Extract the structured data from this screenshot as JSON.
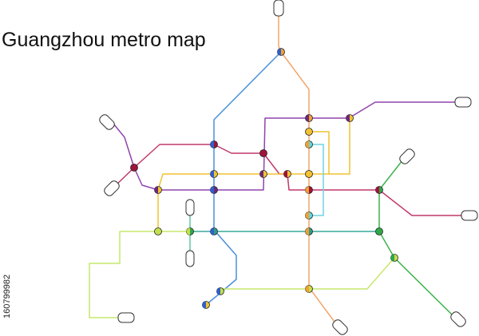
{
  "title": "Guangzhou metro map",
  "stock_id": "160799982",
  "lines": [
    {
      "id": "orange-north-south",
      "color": "#f2a66a"
    },
    {
      "id": "blue-north-south",
      "color": "#4a90d9"
    },
    {
      "id": "purple-east-west",
      "color": "#8e44ad"
    },
    {
      "id": "crimson-east-west",
      "color": "#c0396b"
    },
    {
      "id": "yellow-loop",
      "color": "#f1c232"
    },
    {
      "id": "cyan-branch",
      "color": "#6fd3e0"
    },
    {
      "id": "teal-east-west",
      "color": "#3aa89a"
    },
    {
      "id": "lime-southwest",
      "color": "#c6e86b"
    },
    {
      "id": "green-east",
      "color": "#3db34a"
    },
    {
      "id": "gray-dash",
      "color": "#bbbbbb"
    }
  ],
  "station_colors": {
    "orange": "#f0a030",
    "blue": "#2f5fd0",
    "purple": "#6a2a7a",
    "crimson": "#a0143c",
    "yellow": "#f2c230",
    "cyan": "#63d6d8",
    "teal": "#2f9c8a",
    "lime": "#c2e04a",
    "green": "#2fa84a"
  }
}
